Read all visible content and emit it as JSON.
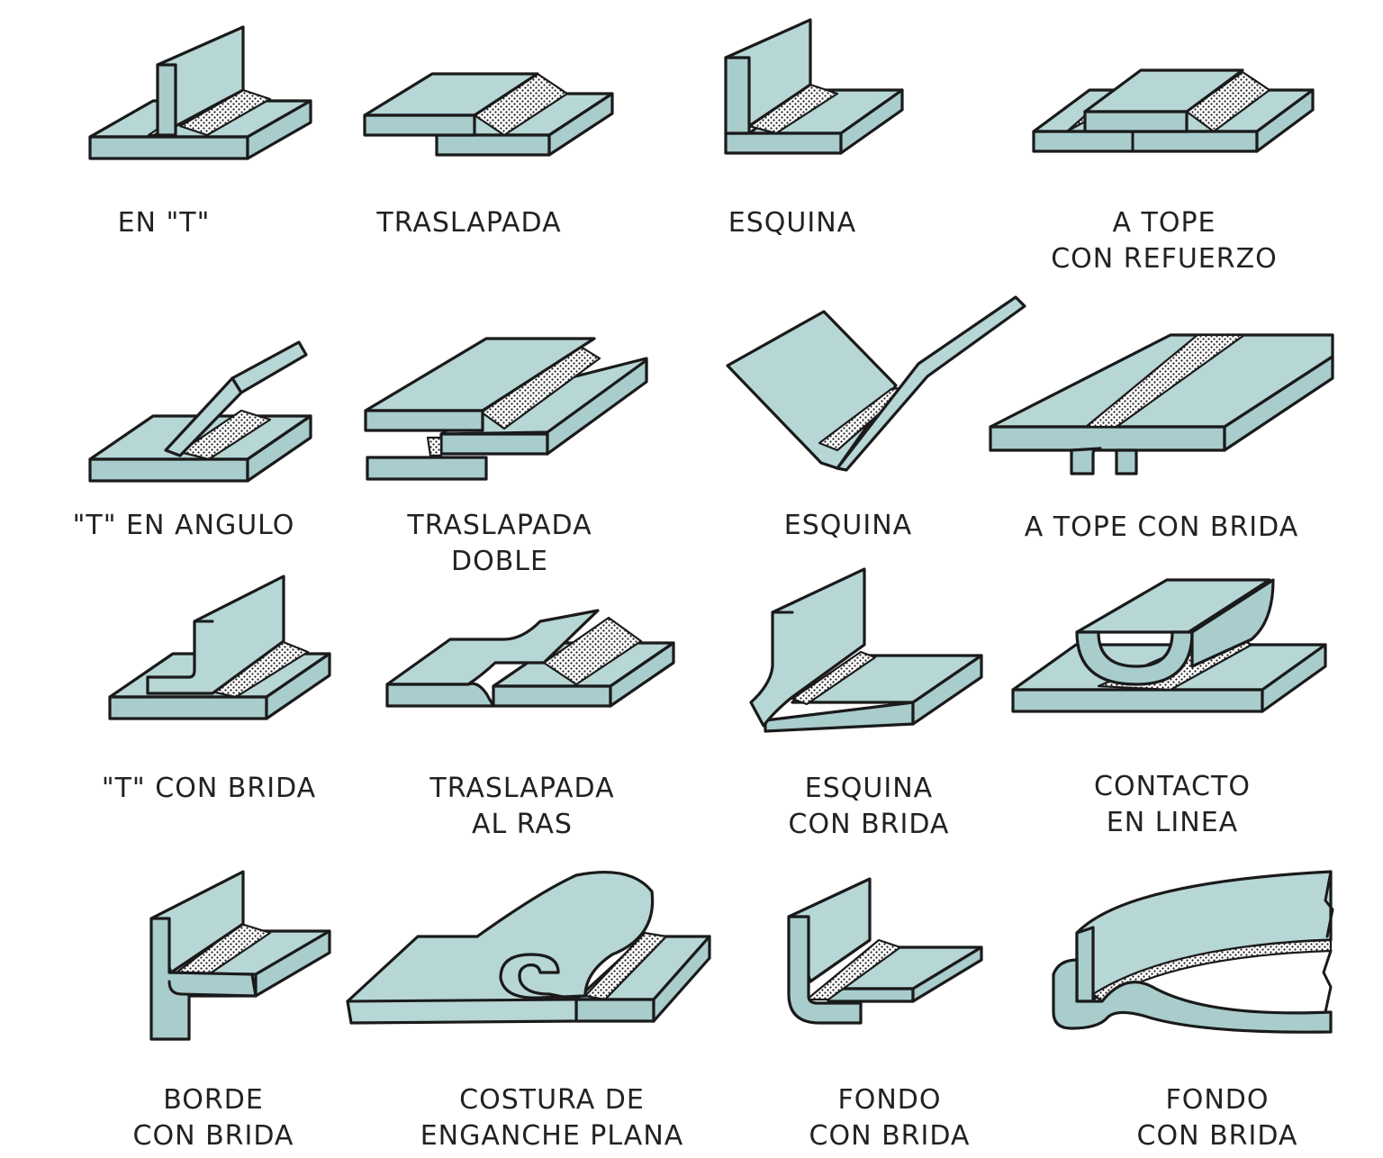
{
  "colors": {
    "metal": "#b7d6d6",
    "outline": "#1a1a1a",
    "weld": "#ffffff",
    "text": "#222222"
  },
  "joints": [
    {
      "id": "en-t",
      "lines": [
        "EN \"T\""
      ]
    },
    {
      "id": "traslapada",
      "lines": [
        "TRASLAPADA"
      ]
    },
    {
      "id": "esquina-1",
      "lines": [
        "ESQUINA"
      ]
    },
    {
      "id": "a-tope-refuerzo",
      "lines": [
        "A TOPE",
        "CON REFUERZO"
      ]
    },
    {
      "id": "t-en-angulo",
      "lines": [
        "\"T\" EN ANGULO"
      ]
    },
    {
      "id": "traslapada-doble",
      "lines": [
        "TRASLAPADA",
        "DOBLE"
      ]
    },
    {
      "id": "esquina-2",
      "lines": [
        "ESQUINA"
      ]
    },
    {
      "id": "a-tope-brida",
      "lines": [
        "A TOPE CON BRIDA"
      ]
    },
    {
      "id": "t-con-brida",
      "lines": [
        "\"T\" CON BRIDA"
      ]
    },
    {
      "id": "traslapada-al-ras",
      "lines": [
        "TRASLAPADA",
        "AL RAS"
      ]
    },
    {
      "id": "esquina-con-brida",
      "lines": [
        "ESQUINA",
        "CON BRIDA"
      ]
    },
    {
      "id": "contacto-en-linea",
      "lines": [
        "CONTACTO",
        "EN LINEA"
      ]
    },
    {
      "id": "borde-con-brida",
      "lines": [
        "BORDE",
        "CON BRIDA"
      ]
    },
    {
      "id": "costura-enganche",
      "lines": [
        "COSTURA DE",
        "ENGANCHE PLANA"
      ]
    },
    {
      "id": "fondo-con-brida-1",
      "lines": [
        "FONDO",
        "CON BRIDA"
      ]
    },
    {
      "id": "fondo-con-brida-2",
      "lines": [
        "FONDO",
        "CON BRIDA"
      ]
    }
  ]
}
